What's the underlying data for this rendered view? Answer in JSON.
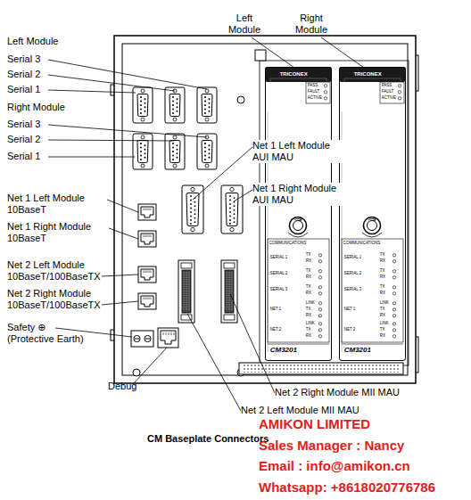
{
  "diagram": {
    "caption": "CM Baseplate Connectors",
    "nodes": [
      {
        "text": [
          "TRICONEX",
          "PASS",
          "FAULT",
          "ACTIVE",
          "COMMUNICATIONS",
          "SERIAL 1",
          "TX",
          "RX",
          "SERIAL 2",
          "TX",
          "RX",
          "SERIAL 3",
          "TX",
          "RX",
          "LINK",
          "NET 1",
          "TX",
          "RX",
          "LINK",
          "NET 2",
          "TX",
          "RX",
          "CM3201"
        ]
      },
      {
        "text": [
          "TRICONEX",
          "PASS",
          "FAULT",
          "ACTIVE",
          "COMMUNICATIONS",
          "SERIAL 1",
          "TX",
          "RX",
          "SERIAL 2",
          "TX",
          "RX",
          "SERIAL 3",
          "TX",
          "RX",
          "LINK",
          "NET 1",
          "TX",
          "RX",
          "LINK",
          "NET 2",
          "TX",
          "RX",
          "CM3201"
        ]
      }
    ],
    "labels": [
      "Left Module",
      "Right Module",
      "Left Module",
      "Serial 3",
      "Serial 2",
      "Serial 1",
      "Right Module",
      "Serial 3",
      "Serial 2",
      "Serial 1",
      "Net 1 Left Module AUI MAU",
      "Net 1 Right Module AUI MAU",
      "Net 1 Left Module 10BaseT",
      "Net 1 Right Module 10BaseT",
      "Net 2 Left Module 10BaseT/100BaseTX",
      "Net 2 Right Module 10BaseT/100BaseTX",
      "Safety ⊕ (Protective Earth)",
      "Debug",
      "Net 2 Right Module MII MAU",
      "Net 2 Left Module MII MAU",
      "AMIKON LIMITED",
      "Sales Manager : Nancy",
      "Email : info@amikon.cn",
      "Whatsapp: +8618020776786"
    ]
  }
}
